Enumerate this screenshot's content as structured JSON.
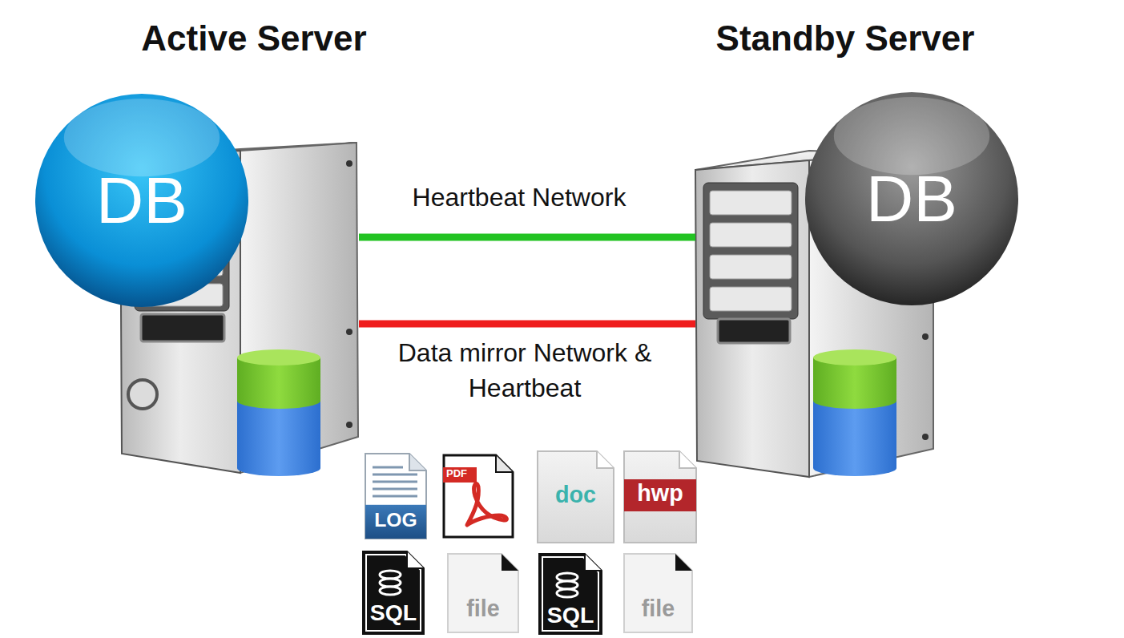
{
  "diagram": {
    "nodes": [
      {
        "text": [
          "Active Server"
        ]
      },
      {
        "text": [
          "DB"
        ],
        "in": 0
      },
      {
        "text": [
          "Standby Server"
        ]
      },
      {
        "text": [
          "DB"
        ],
        "in": 2
      },
      {
        "text": [
          "LOG"
        ]
      },
      {
        "text": [
          "PDF"
        ]
      },
      {
        "text": [
          "doc"
        ]
      },
      {
        "text": [
          "hwp"
        ]
      },
      {
        "text": [
          "SQL"
        ]
      },
      {
        "text": [
          "file"
        ]
      },
      {
        "text": [
          "SQL"
        ]
      },
      {
        "text": [
          "file"
        ]
      }
    ],
    "edges": [
      {
        "from": 0,
        "to": 2,
        "arrow": "none",
        "label": "Heartbeat Network"
      },
      {
        "from": 0,
        "to": 2,
        "arrow": "none",
        "label": "Data mirror Network & Heartbeat"
      }
    ]
  }
}
